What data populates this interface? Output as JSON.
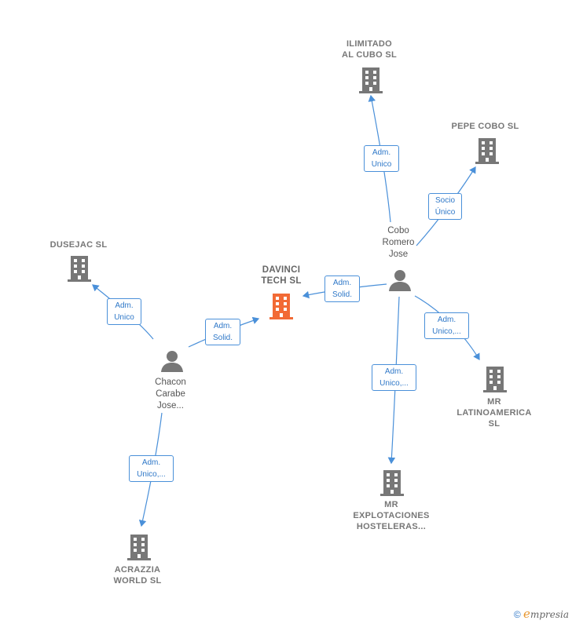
{
  "nodes": {
    "davinci": "DAVINCI\nTECH SL",
    "ilimitado": "ILIMITADO\nAL CUBO SL",
    "pepe_cobo": "PEPE COBO SL",
    "dusejac": "DUSEJAC SL",
    "mr_latinoamerica": "MR\nLATINOAMERICA\nSL",
    "mr_explotaciones": "MR\nEXPLOTACIONES\nHOSTELERAS...",
    "acrazzia": "ACRAZZIA\nWORLD SL"
  },
  "persons": {
    "cobo": "Cobo\nRomero\nJose",
    "chacon": "Chacon\nCarabe\nJose..."
  },
  "edges": {
    "cobo_ilimitado": "Adm.\nUnico",
    "cobo_pepe": "Socio\nÚnico",
    "cobo_davinci": "Adm.\nSolid.",
    "cobo_latino": "Adm.\nUnico,...",
    "cobo_explot": "Adm.\nUnico,...",
    "chacon_dusejac": "Adm.\nUnico",
    "chacon_davinci": "Adm.\nSolid.",
    "chacon_acrazzia": "Adm.\nUnico,..."
  },
  "colors": {
    "edge": "#4a90d9",
    "building": "#777777",
    "building_main": "#f26a35",
    "person": "#777777"
  },
  "footer": {
    "copyright": "©",
    "brand": "mpresia",
    "brand_initial": "e"
  }
}
